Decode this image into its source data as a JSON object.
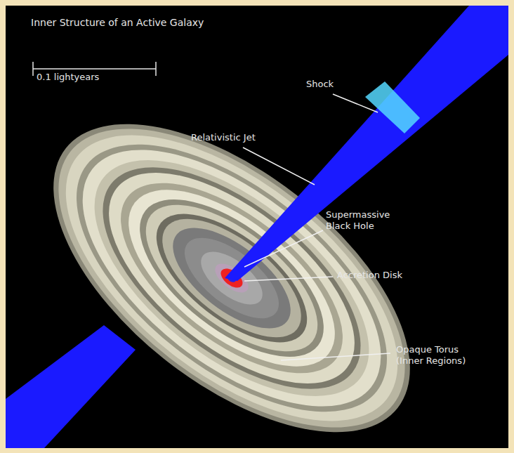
{
  "diagram": {
    "title": "Inner Structure of an Active Galaxy",
    "labels": [
      "0.1 lightyears",
      "Shock",
      "Relativistic Jet",
      "Supermassive Black Hole",
      "Accretion Disk",
      "Opaque Torus (Inner Regions)"
    ]
  }
}
